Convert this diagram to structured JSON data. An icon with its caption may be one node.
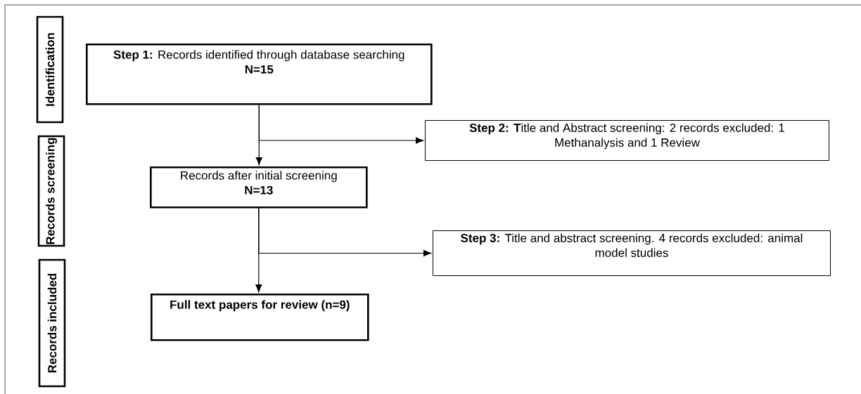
{
  "diagram": {
    "nodes": [
      {
        "text": [
          "Identification"
        ]
      },
      {
        "text": [
          "Records screening"
        ]
      },
      {
        "text": [
          "Records included"
        ]
      },
      {
        "text": [
          "**Step 1:** Records identified through database searching",
          "N=15"
        ]
      },
      {
        "text": [
          "**Step 2: T**itle and Abstract screening: 2 records excluded: 1 Methanalysis and 1 Review"
        ]
      },
      {
        "text": [
          "Records after initial screening",
          "N=13"
        ]
      },
      {
        "text": [
          "**Step 3:** Title and abstract screening. 4 records excluded: animal model studies"
        ]
      },
      {
        "text": [
          "Full text papers for review (n=9)"
        ]
      }
    ],
    "edges": [
      {
        "from": 3,
        "to": 5,
        "arrow": "to"
      },
      {
        "from": 3,
        "to": 4,
        "arrow": "to"
      },
      {
        "from": 5,
        "to": 7,
        "arrow": "to"
      },
      {
        "from": 5,
        "to": 6,
        "arrow": "to"
      }
    ]
  }
}
